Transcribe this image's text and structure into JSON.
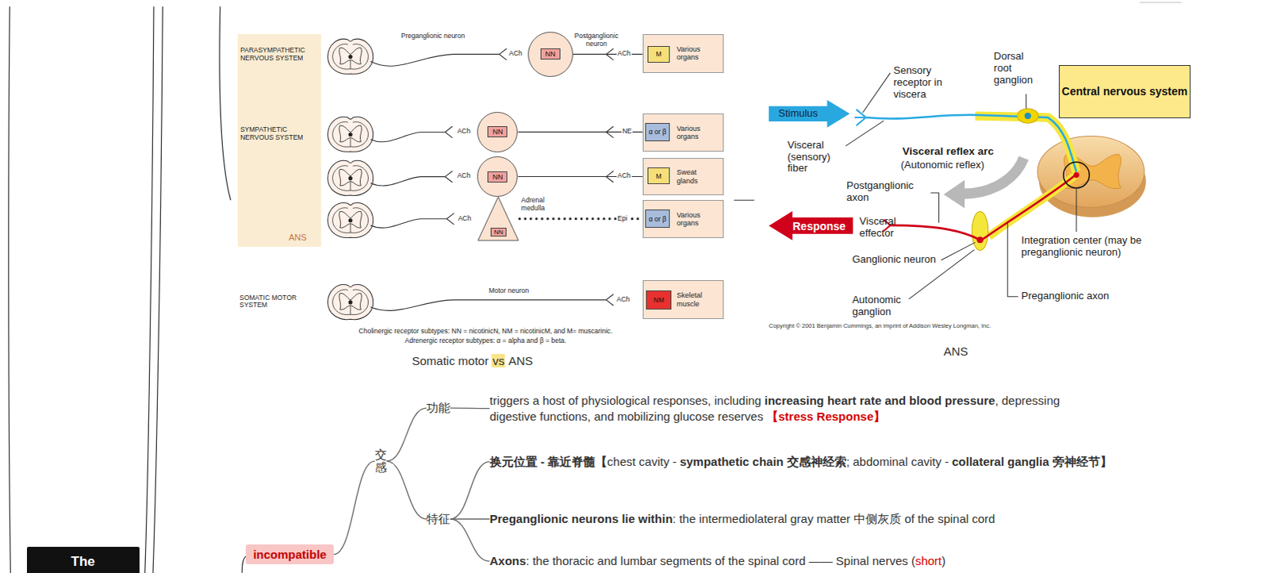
{
  "diagram": {
    "nodes": [
      {
        "text": [
          "PARASYMPATHETIC NERVOUS SYSTEM",
          "SYMPATHETIC NERVOUS SYSTEM",
          "ANS"
        ]
      },
      {
        "text": [
          "NN"
        ]
      },
      {
        "text": [
          "Various organs"
        ]
      },
      {
        "text": [
          "M"
        ],
        "in": 2
      },
      {
        "text": [
          "NN"
        ]
      },
      {
        "text": [
          "Various organs"
        ]
      },
      {
        "text": [
          "α or β"
        ],
        "in": 5
      },
      {
        "text": [
          "NN"
        ]
      },
      {
        "text": [
          "Sweat glands"
        ]
      },
      {
        "text": [
          "M"
        ],
        "in": 8
      },
      {
        "text": [
          "NN"
        ]
      },
      {
        "text": [
          "Various organs"
        ]
      },
      {
        "text": [
          "α or β"
        ],
        "in": 11
      },
      {
        "text": [
          "Skeletal muscle"
        ]
      },
      {
        "text": [
          "NM"
        ],
        "in": 13
      },
      {
        "text": [
          "Stimulus"
        ]
      },
      {
        "text": [
          "Central nervous system"
        ]
      },
      {
        "text": [
          "Response"
        ]
      },
      {
        "text": [
          "交感"
        ]
      },
      {
        "text": [
          "功能"
        ]
      },
      {
        "text": [
          "triggers a host of physiological responses, including",
          "increasing heart rate and blood pressure",
          ", depressing digestive functions, and mobilizing glucose reserves",
          "【stress Response】"
        ]
      },
      {
        "text": [
          "特征"
        ]
      },
      {
        "text": [
          "换元位置 - 靠近脊髓【",
          "chest cavity -",
          "sympathetic chain 交感神经索",
          "; abdominal cavity -",
          "collateral ganglia 旁神经节】"
        ]
      },
      {
        "text": [
          "Preganglionic neurons lie within",
          ": the intermediolateral gray matter 中侧灰质 of the spinal cord"
        ]
      },
      {
        "text": [
          "Axons",
          ": the thoracic and lumbar segments of the spinal cord —— Spinal nerves (",
          "short",
          ")"
        ]
      },
      {
        "text": [
          "incompatible"
        ]
      },
      {
        "text": [
          "The"
        ]
      }
    ],
    "edges": [
      {
        "from": 1,
        "to": 2,
        "arrow": "none"
      },
      {
        "from": 4,
        "to": 5,
        "arrow": "none"
      },
      {
        "from": 7,
        "to": 8,
        "arrow": "none"
      },
      {
        "from": 10,
        "to": 11,
        "arrow": "none"
      },
      {
        "from": 25,
        "to": 18,
        "arrow": "none"
      },
      {
        "from": 18,
        "to": 19,
        "arrow": "none"
      },
      {
        "from": 18,
        "to": 21,
        "arrow": "none"
      },
      {
        "from": 19,
        "to": 20,
        "arrow": "none"
      },
      {
        "from": 21,
        "to": 22,
        "arrow": "none"
      },
      {
        "from": 21,
        "to": 23,
        "arrow": "none"
      },
      {
        "from": 21,
        "to": 24,
        "arrow": "none"
      }
    ],
    "labels": [
      "Preganglionic neuron",
      "ACh",
      "Postganglionic neuron",
      "ACh",
      "ACh",
      "NE",
      "ACh",
      "ACh",
      "Adrenal medulla",
      "ACh",
      "Epi",
      "SOMATIC MOTOR SYSTEM",
      "Motor neuron",
      "ACh",
      "Cholinergic receptor subtypes: NN = nicotinicN, NM = nicotinicM, and M= muscarinic.",
      "Adrenergic receptor subtypes: α = alpha and β = beta.",
      "Somatic motor",
      "vs",
      "ANS",
      "Sensory receptor in viscera",
      "Dorsal root ganglion",
      "Visceral (sensory) fiber",
      "Visceral reflex arc",
      "(Autonomic reflex)",
      "Postganglionic axon",
      "Visceral effector",
      "Integration center (may be preganglionic neuron)",
      "Ganglionic neuron",
      "Autonomic ganglion",
      "Preganglionic axon",
      "Copyright © 2001 Benjamin Cummings, an imprint of Addison Wesley Longman, Inc.",
      "ANS"
    ]
  }
}
